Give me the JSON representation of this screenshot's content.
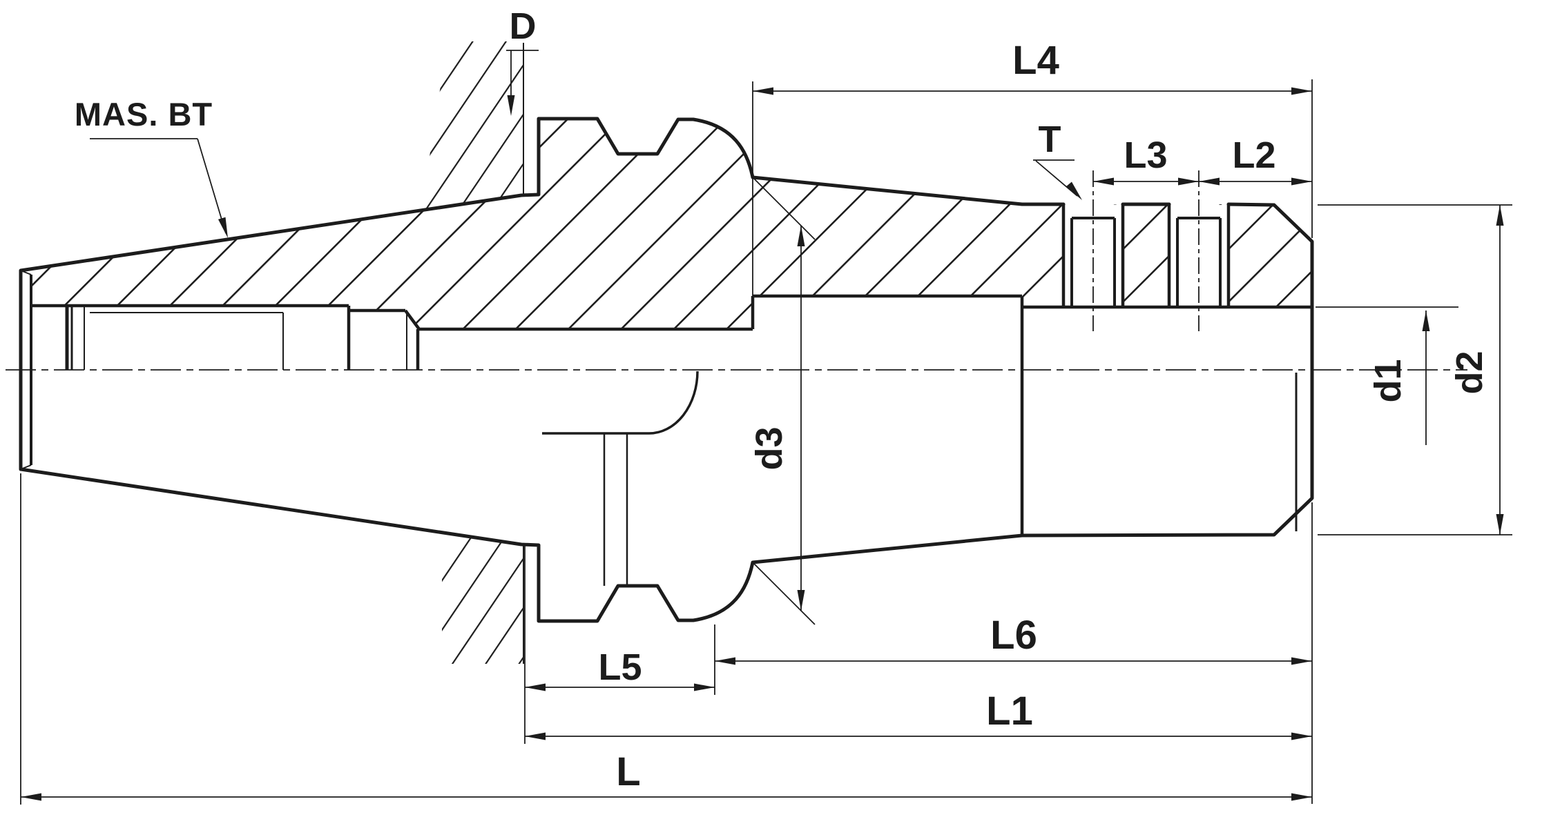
{
  "drawing": {
    "type": "technical-drawing",
    "standard_note": "MAS. BT",
    "dim_labels": {
      "D": "D",
      "L4": "L4",
      "T": "T",
      "L3": "L3",
      "L2": "L2",
      "d1": "d1",
      "d2": "d2",
      "d3": "d3",
      "L5": "L5",
      "L6": "L6",
      "L1": "L1",
      "L": "L"
    },
    "colors": {
      "ink": "#1c1c1c",
      "background": "#ffffff"
    }
  }
}
